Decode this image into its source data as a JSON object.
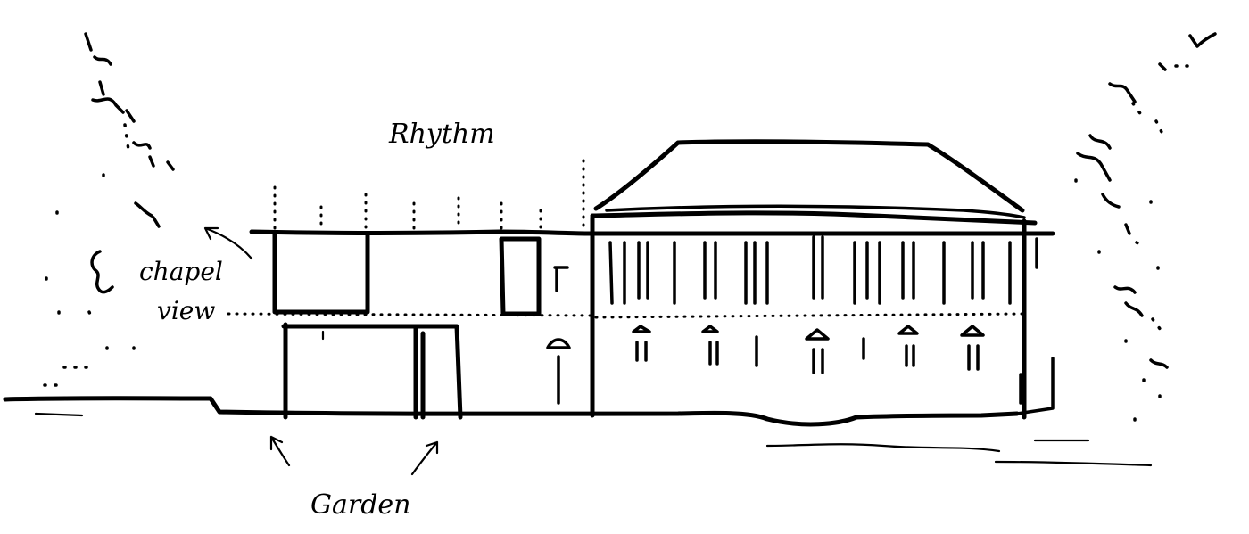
{
  "labels": {
    "rhythm": "Rhythm",
    "chapel_line1": "chapel",
    "chapel_line2": "view",
    "garden": "Garden"
  }
}
